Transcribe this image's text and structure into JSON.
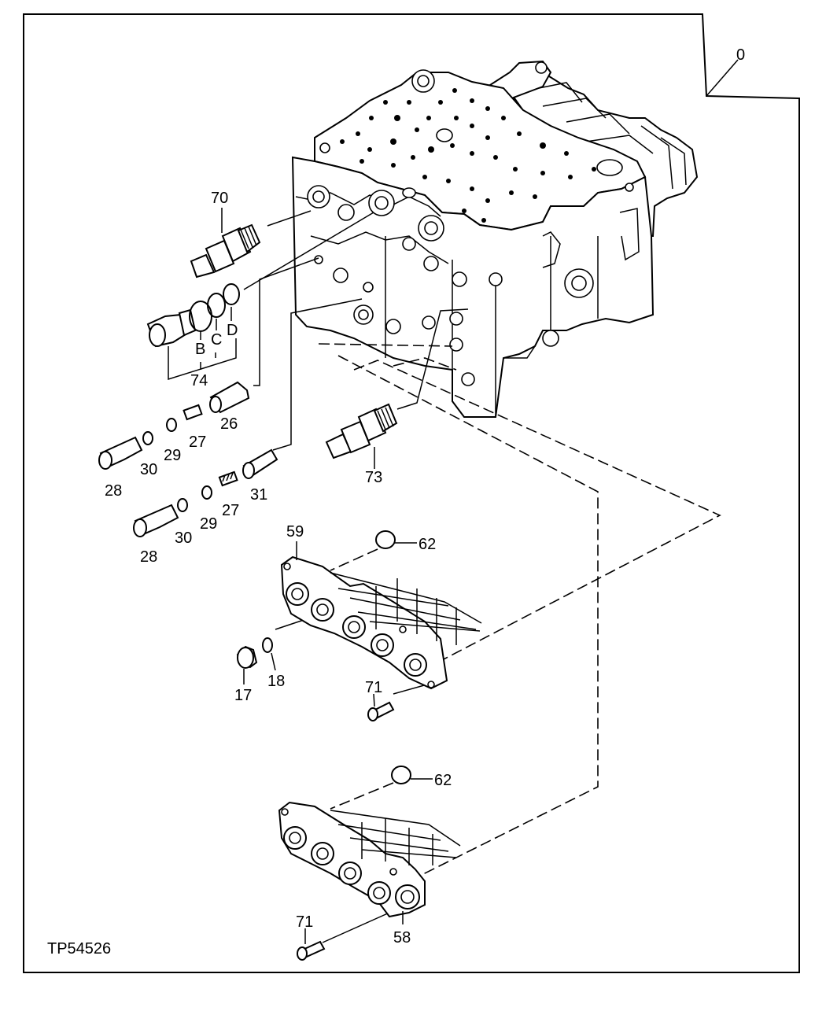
{
  "figure_id": "TP54526",
  "corner_ref": "0",
  "callouts": {
    "c70": "70",
    "c74": "74",
    "cB": "B",
    "cC": "C",
    "cD": "D",
    "c26": "26",
    "c27a": "27",
    "c29a": "29",
    "c30a": "30",
    "c28a": "28",
    "c27b": "27",
    "c29b": "29",
    "c30b": "30",
    "c28b": "28",
    "c31": "31",
    "c73": "73",
    "c59": "59",
    "c62a": "62",
    "c17": "17",
    "c18": "18",
    "c71a": "71",
    "c62b": "62",
    "c71b": "71",
    "c58": "58"
  }
}
